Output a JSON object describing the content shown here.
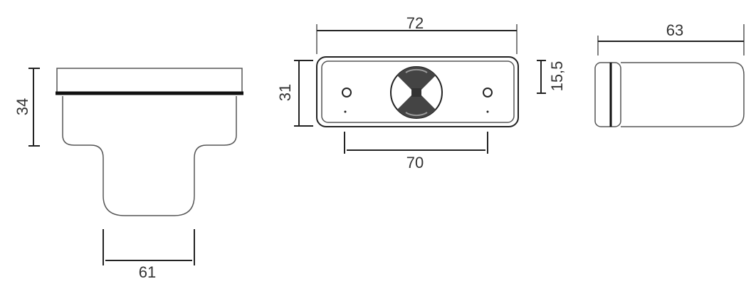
{
  "dimensions": {
    "side_height": "34",
    "side_width": "61",
    "front_width": "72",
    "front_height": "31",
    "front_half_height": "15,5",
    "front_hole_spacing": "70",
    "top_length": "63"
  },
  "colors": {
    "line": "#222222",
    "background": "#ffffff"
  }
}
